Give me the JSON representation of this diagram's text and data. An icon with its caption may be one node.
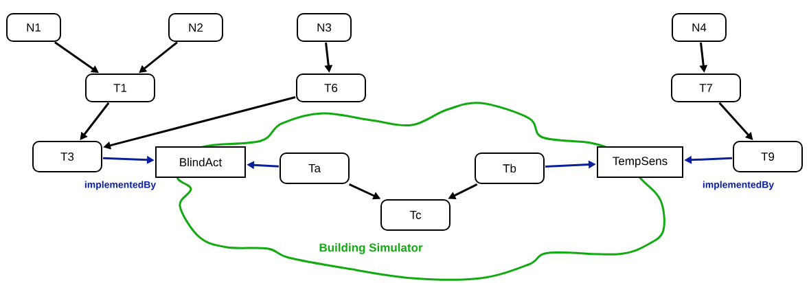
{
  "diagram": {
    "nodes": [
      {
        "text": [
          "N1"
        ]
      },
      {
        "text": [
          "N2"
        ]
      },
      {
        "text": [
          "N3"
        ]
      },
      {
        "text": [
          "N4"
        ]
      },
      {
        "text": [
          "T1"
        ]
      },
      {
        "text": [
          "T6"
        ]
      },
      {
        "text": [
          "T7"
        ]
      },
      {
        "text": [
          "Building Simulator"
        ]
      },
      {
        "text": [
          "T3"
        ]
      },
      {
        "text": [
          "BlindAct"
        ]
      },
      {
        "text": [
          "Ta"
        ],
        "in": 7
      },
      {
        "text": [
          "Tb"
        ],
        "in": 7
      },
      {
        "text": [
          "TempSens"
        ]
      },
      {
        "text": [
          "T9"
        ]
      },
      {
        "text": [
          "Tc"
        ],
        "in": 7
      }
    ],
    "edges": [
      {
        "from": 0,
        "to": 4,
        "arrow": "to"
      },
      {
        "from": 1,
        "to": 4,
        "arrow": "to"
      },
      {
        "from": 2,
        "to": 5,
        "arrow": "to"
      },
      {
        "from": 3,
        "to": 6,
        "arrow": "to"
      },
      {
        "from": 4,
        "to": 8,
        "arrow": "to"
      },
      {
        "from": 5,
        "to": 8,
        "arrow": "to"
      },
      {
        "from": 6,
        "to": 13,
        "arrow": "to"
      },
      {
        "from": 8,
        "to": 9,
        "arrow": "to",
        "label": "implementedBy",
        "color": "#0a1f9c"
      },
      {
        "from": 10,
        "to": 9,
        "arrow": "to",
        "color": "#0a1f9c"
      },
      {
        "from": 10,
        "to": 14,
        "arrow": "to"
      },
      {
        "from": 11,
        "to": 14,
        "arrow": "to"
      },
      {
        "from": 11,
        "to": 12,
        "arrow": "to",
        "color": "#0a1f9c"
      },
      {
        "from": 13,
        "to": 12,
        "arrow": "to",
        "label": "implementedBy",
        "color": "#0a1f9c"
      }
    ]
  }
}
